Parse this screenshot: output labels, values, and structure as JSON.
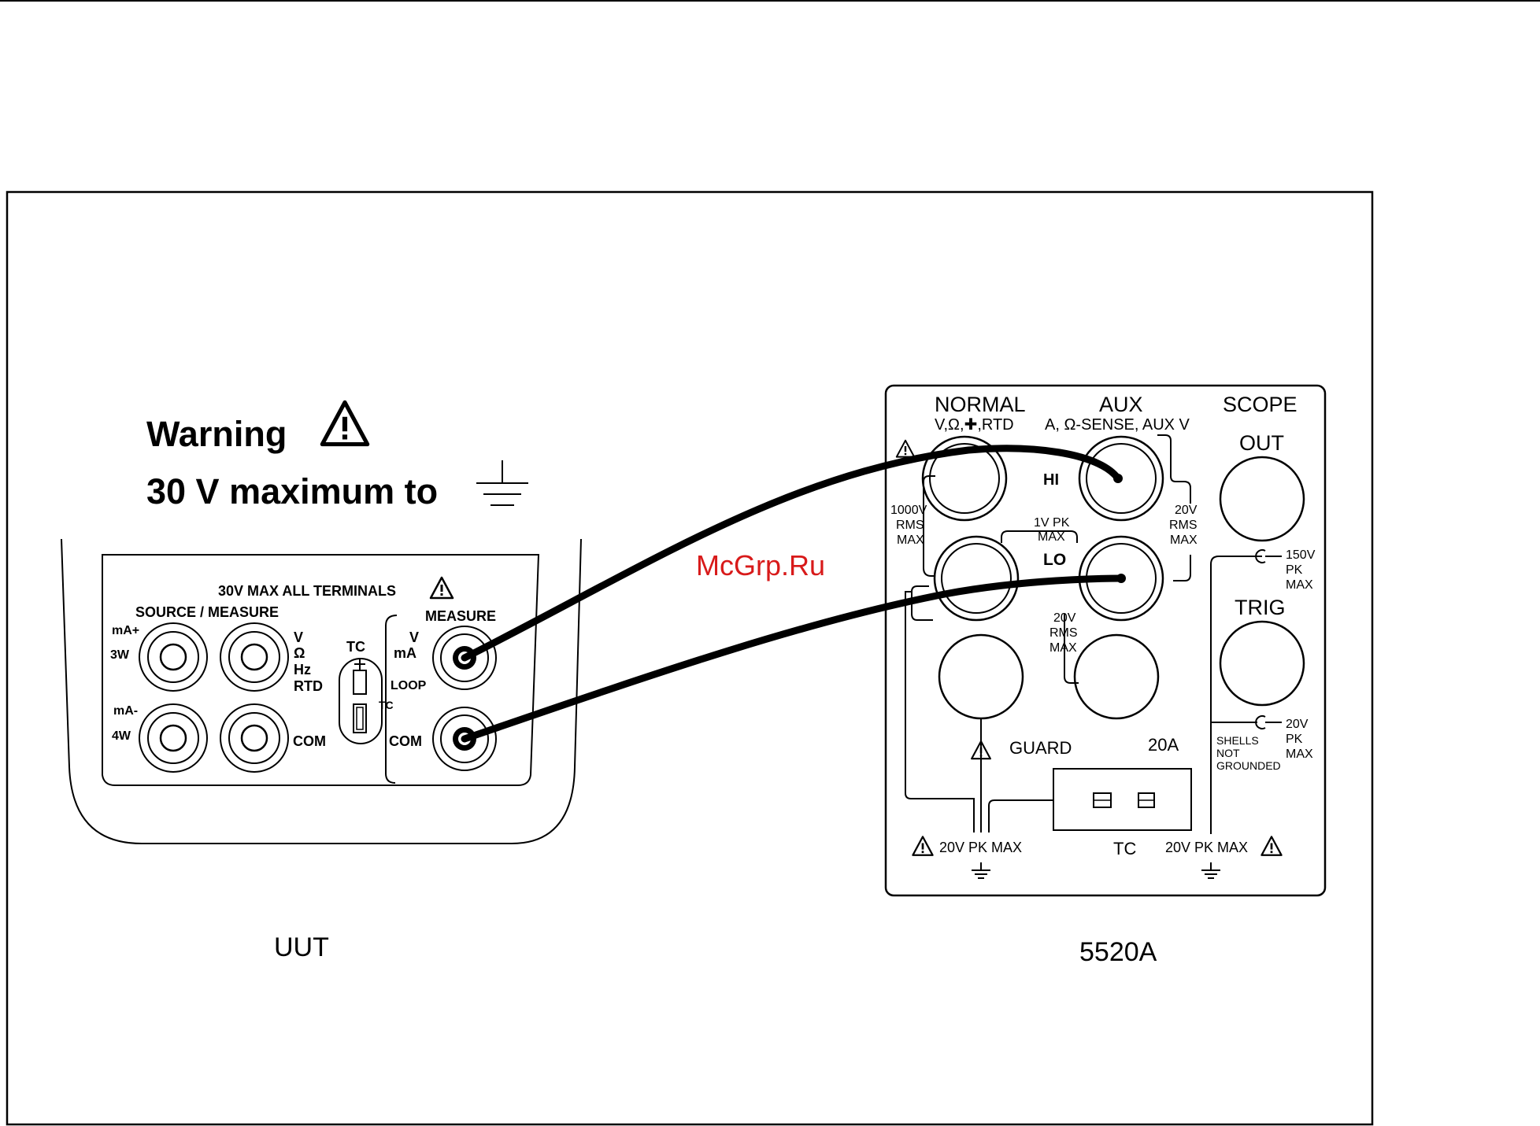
{
  "warning": {
    "title": "Warning",
    "line2": "30 V maximum to"
  },
  "uut": {
    "caption": "UUT",
    "header": "30V MAX ALL TERMINALS",
    "source_measure": "SOURCE / MEASURE",
    "measure": "MEASURE",
    "ma_plus": "mA+",
    "three_w": "3W",
    "ma_minus": "mA-",
    "four_w": "4W",
    "v": "V",
    "ohm": "Ω",
    "hz": "Hz",
    "rtd": "RTD",
    "com_left": "COM",
    "tc": "TC",
    "tc_small": "TC",
    "meas_v": "V",
    "meas_ma": "mA",
    "loop": "LOOP",
    "com_right": "COM"
  },
  "calibrator": {
    "caption": "5520A",
    "normal": "NORMAL",
    "normal_sub": "V,Ω,✚,RTD",
    "aux": "AUX",
    "aux_sub": "A, Ω-SENSE, AUX V",
    "scope": "SCOPE",
    "out": "OUT",
    "hi": "HI",
    "lo": "LO",
    "rating_1000v": [
      "1000V",
      "RMS",
      "MAX"
    ],
    "rating_20v_aux": [
      "20V",
      "RMS",
      "MAX"
    ],
    "rating_1vpk": [
      "1V PK",
      "MAX"
    ],
    "rating_20v_lo": [
      "20V",
      "RMS",
      "MAX"
    ],
    "rating_150v": [
      "150V",
      "PK",
      "MAX"
    ],
    "trig": "TRIG",
    "rating_20v_pk": [
      "20V",
      "PK",
      "MAX"
    ],
    "shells": [
      "SHELLS",
      "NOT",
      "GROUNDED"
    ],
    "guard": "GUARD",
    "twenty_a": "20A",
    "tc": "TC",
    "gnd_left": "20V PK MAX",
    "gnd_right": "20V PK MAX"
  },
  "watermark": "McGrp.Ru"
}
